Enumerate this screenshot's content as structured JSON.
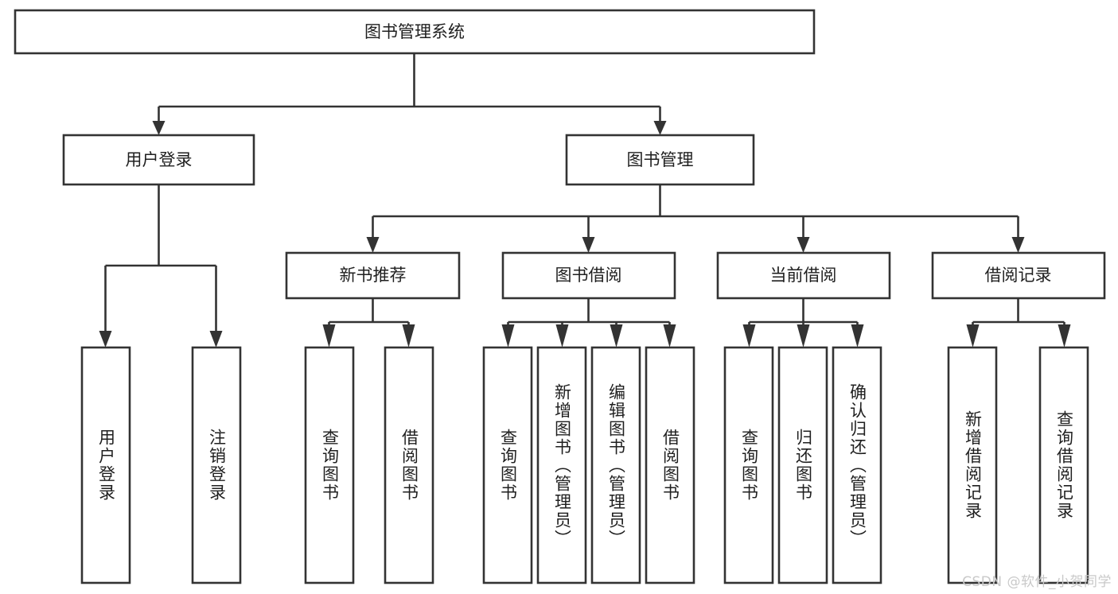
{
  "diagram": {
    "type": "tree-hierarchy-chart",
    "title": "图书管理系统",
    "watermark": "CSDN @软件_小贺同学",
    "colors": {
      "box_stroke": "#333333",
      "box_fill": "#ffffff",
      "text": "#1f1f1f",
      "connector": "#333333",
      "watermark": "#c9c9c9",
      "background": "#ffffff"
    },
    "levels": {
      "root": {
        "label": "图书管理系统"
      },
      "level1": [
        {
          "label": "用户登录"
        },
        {
          "label": "图书管理"
        }
      ],
      "level2": [
        {
          "label": "新书推荐",
          "parent": "图书管理"
        },
        {
          "label": "图书借阅",
          "parent": "图书管理"
        },
        {
          "label": "当前借阅",
          "parent": "图书管理"
        },
        {
          "label": "借阅记录",
          "parent": "图书管理"
        }
      ],
      "leaves": [
        {
          "label": "用户登录",
          "parent": "用户登录"
        },
        {
          "label": "注销登录",
          "parent": "用户登录"
        },
        {
          "label": "查询图书",
          "parent": "新书推荐"
        },
        {
          "label": "借阅图书",
          "parent": "新书推荐"
        },
        {
          "label": "查询图书",
          "parent": "图书借阅"
        },
        {
          "label": "新增图书（管理员）",
          "parent": "图书借阅"
        },
        {
          "label": "编辑图书（管理员）",
          "parent": "图书借阅"
        },
        {
          "label": "借阅图书",
          "parent": "图书借阅"
        },
        {
          "label": "查询图书",
          "parent": "当前借阅"
        },
        {
          "label": "归还图书",
          "parent": "当前借阅"
        },
        {
          "label": "确认归还（管理员）",
          "parent": "当前借阅"
        },
        {
          "label": "新增借阅记录",
          "parent": "借阅记录"
        },
        {
          "label": "查询借阅记录",
          "parent": "借阅记录"
        }
      ]
    }
  }
}
